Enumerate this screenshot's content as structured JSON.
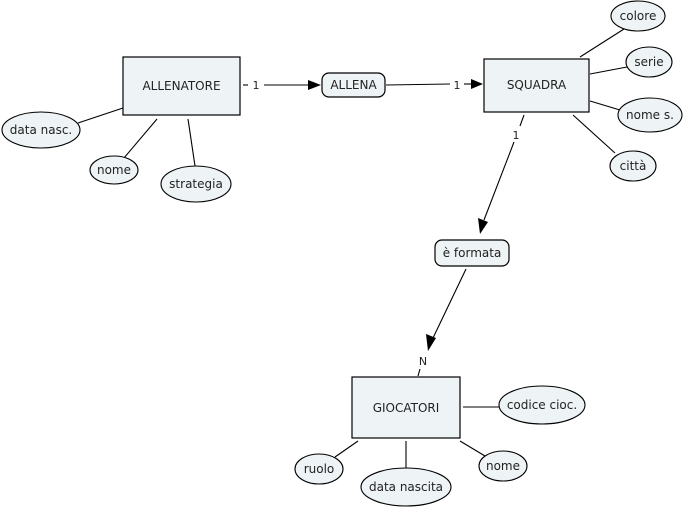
{
  "diagram": {
    "type": "ER concept map",
    "entities": {
      "allenatore": {
        "label": "ALLENATORE",
        "attributes": [
          "data nasc.",
          "nome",
          "strategia"
        ]
      },
      "squadra": {
        "label": "SQUADRA",
        "attributes": [
          "colore",
          "serie",
          "nome s.",
          "città"
        ]
      },
      "giocatori": {
        "label": "GIOCATORI",
        "attributes": [
          "codice cioc.",
          "ruolo",
          "data nascita",
          "nome"
        ]
      }
    },
    "relationships": {
      "allena": {
        "label": "ALLENA",
        "from": "ALLENATORE",
        "to": "SQUADRA",
        "card_from": "1",
        "card_to": "1"
      },
      "e_formata": {
        "label": "è formata",
        "from": "SQUADRA",
        "to": "GIOCATORI",
        "card_from": "1",
        "card_to": "N"
      }
    }
  }
}
